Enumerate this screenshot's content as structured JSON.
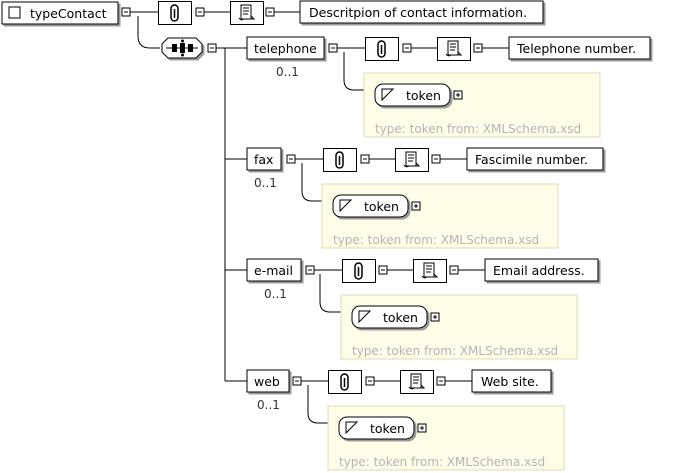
{
  "root": {
    "name": "typeContact",
    "documentation": "Descritpion of contact information."
  },
  "elements": [
    {
      "name": "telephone",
      "occurrence": "0..1",
      "documentation": "Telephone number.",
      "type_name": "token",
      "type_info": "type: token from: XMLSchema.xsd"
    },
    {
      "name": "fax",
      "occurrence": "0..1",
      "documentation": "Fascimile number.",
      "type_name": "token",
      "type_info": "type: token from: XMLSchema.xsd"
    },
    {
      "name": "e-mail",
      "occurrence": "0..1",
      "documentation": "Email address.",
      "type_name": "token",
      "type_info": "type: token from: XMLSchema.xsd"
    },
    {
      "name": "web",
      "occurrence": "0..1",
      "documentation": "Web site.",
      "type_name": "token",
      "type_info": "type: token from: XMLSchema.xsd"
    }
  ],
  "colors": {
    "type_box_fill": "#fefde8",
    "type_box_border": "#dedcb8",
    "type_text": "#b5b5b5",
    "line": "#000000"
  }
}
